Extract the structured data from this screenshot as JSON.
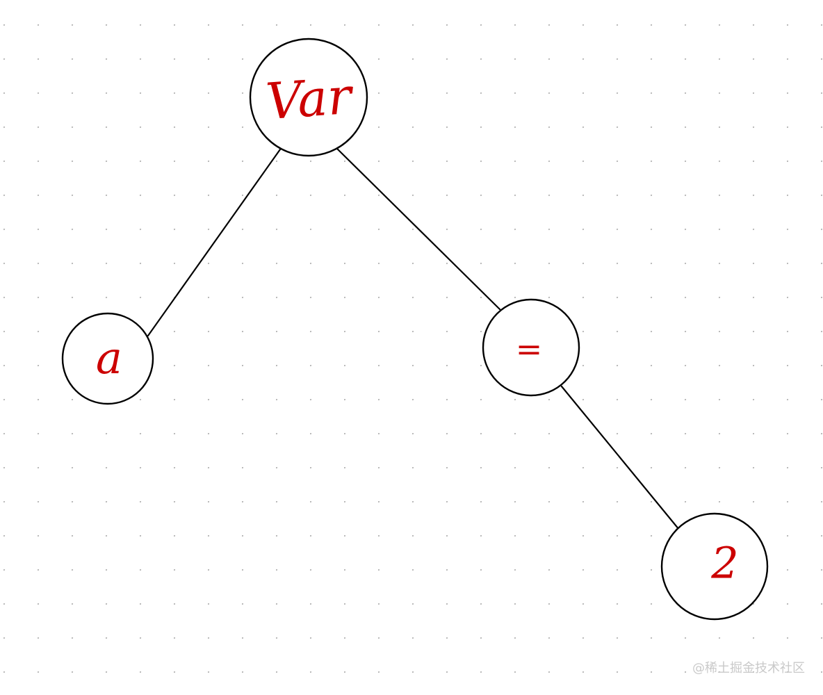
{
  "diagram": {
    "nodes": [
      {
        "id": "var",
        "label": "Var"
      },
      {
        "id": "a",
        "label": "a"
      },
      {
        "id": "eq",
        "label": "="
      },
      {
        "id": "two",
        "label": "2"
      }
    ],
    "edges": [
      {
        "from": "var",
        "to": "a"
      },
      {
        "from": "var",
        "to": "eq"
      },
      {
        "from": "eq",
        "to": "two"
      }
    ]
  },
  "colors": {
    "label": "#cc0000",
    "outline": "#000000",
    "grid_dot": "#b8b8b8",
    "background": "#ffffff"
  },
  "watermark": "@稀土掘金技术社区"
}
